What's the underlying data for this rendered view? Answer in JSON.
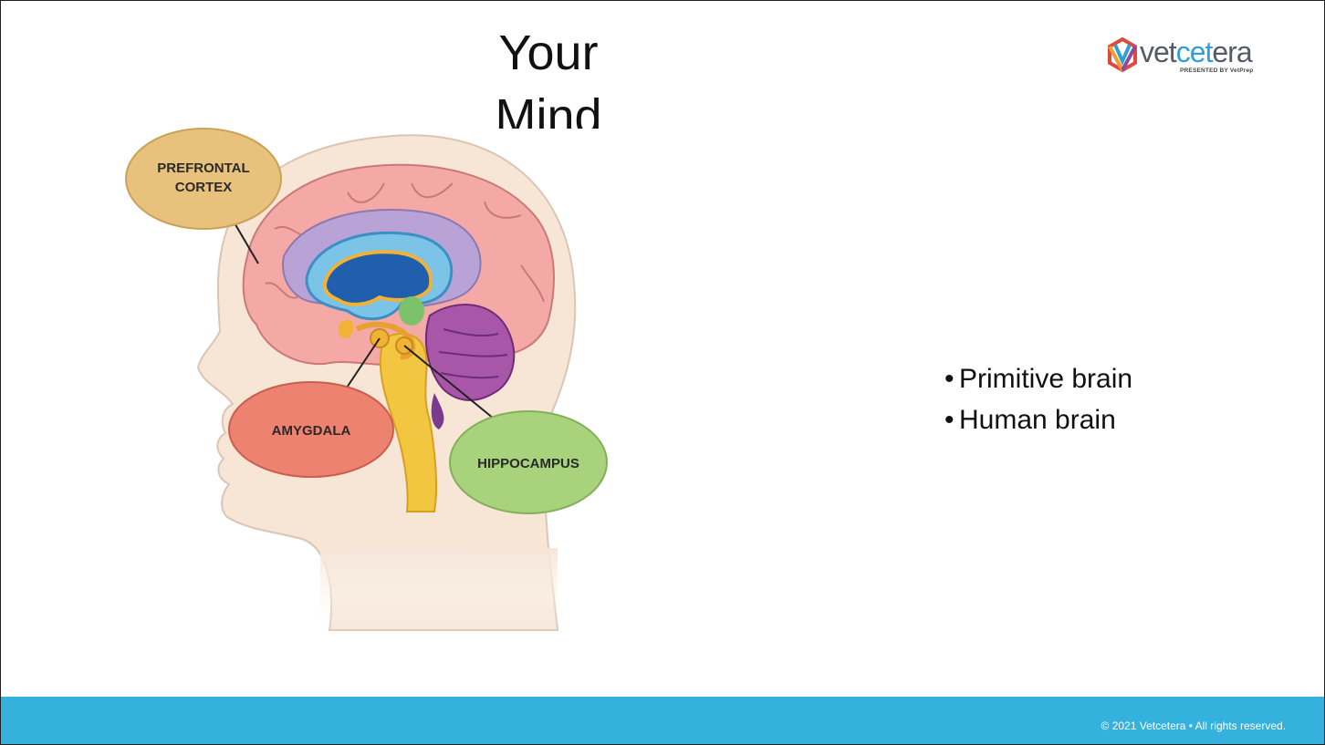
{
  "slide": {
    "title_line1": "Your",
    "title_line2": "Mind"
  },
  "logo": {
    "word_part1": "vet",
    "word_part2": "cet",
    "word_part3": "era",
    "presented_by": "PRESENTED BY VetPrep"
  },
  "diagram": {
    "labels": {
      "prefrontal_line1": "PREFRONTAL",
      "prefrontal_line2": "CORTEX",
      "amygdala": "AMYGDALA",
      "hippocampus": "HIPPOCAMPUS"
    },
    "colors": {
      "prefrontal": "#e8c27c",
      "amygdala": "#ee8270",
      "hippocampus": "#a8d27c"
    }
  },
  "bullets": [
    "Primitive brain",
    "Human brain"
  ],
  "footer": {
    "copyright": "© 2021 Vetcetera  • All rights reserved.",
    "bar_color": "#35b1de"
  }
}
